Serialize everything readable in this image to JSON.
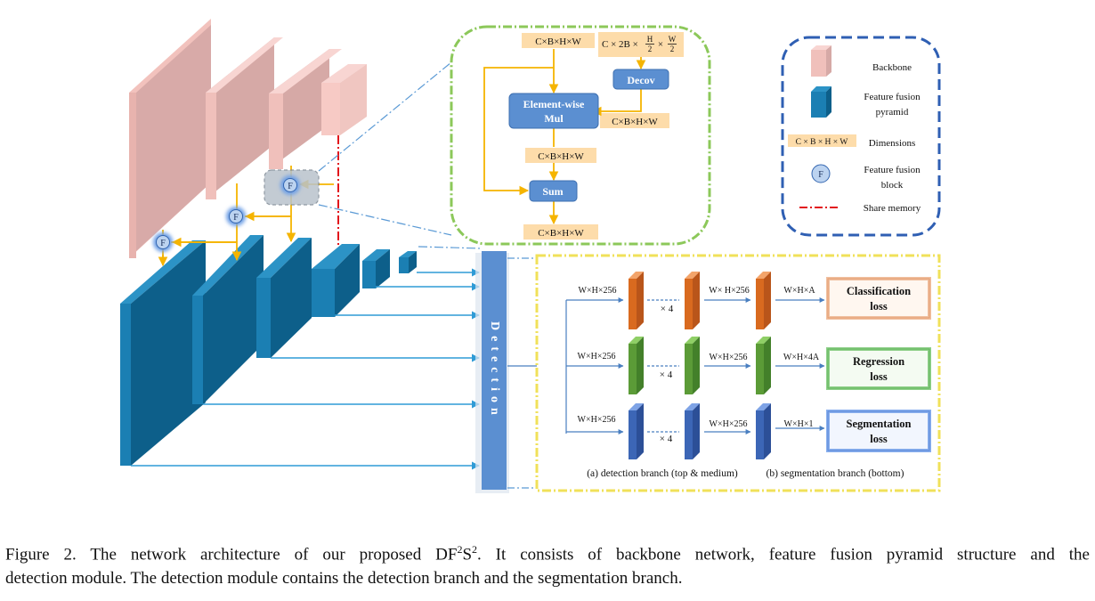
{
  "colors": {
    "backbone_front": "#d6a9a6",
    "backbone_side": "#f2c2bd",
    "backbone_top": "#f8d5d2",
    "pyramid_front": "#0d5f8a",
    "pyramid_side": "#1b7fb3",
    "pyramid_top": "#2c93c6",
    "fusion_line": "#f5b400",
    "fusion_circle": "#bcd3f0",
    "box_blue": "#5b8fd1",
    "detection_bar": "#5b8fd1",
    "link_line": "#2f9bd6",
    "share_memory": "#e2151b",
    "zoom_border": "#8cc85a",
    "branch_border": "#f0e15a",
    "legend_border": "#2f5fb3",
    "dim_highlight": "#fddcaa",
    "orange_block": "#d96a1f",
    "green_block": "#5b9b37",
    "blue_block": "#3c66b6",
    "cls_border": "#f0c0a0",
    "reg_border": "#8fd08a",
    "seg_border": "#8ab0ee"
  },
  "fusion_symbol": "F",
  "zoom": {
    "input_top": "C×B×H×W",
    "input_right_prefix": "C × 2B ×",
    "frac_h_num": "H",
    "frac_h_den": "2",
    "times": "×",
    "frac_w_num": "W",
    "frac_w_den": "2",
    "decov": "Decov",
    "mul_line1": "Element-wise",
    "mul_line2": "Mul",
    "decov_out": "C×B×H×W",
    "mul_out": "C×B×H×W",
    "sum": "Sum",
    "sum_out": "C×B×H×W"
  },
  "legend": {
    "backbone": "Backbone",
    "pyramid_line1": "Feature fusion",
    "pyramid_line2": "pyramid",
    "dim_chip": "C × B × H × W",
    "dimensions": "Dimensions",
    "fusion_line1": "Feature fusion",
    "fusion_line2": "block",
    "share_memory": "Share memory"
  },
  "detection_label": "Detection",
  "branches": {
    "rows": [
      {
        "in_dim": "W×H×256",
        "mid_dim": "W× H×256",
        "out_dim": "W×H×A",
        "repeat": "× 4",
        "loss_line1": "Classification",
        "loss_line2": "loss"
      },
      {
        "in_dim": "W×H×256",
        "mid_dim": "W×H×256",
        "out_dim": "W×H×4A",
        "repeat": "× 4",
        "loss_line1": "Regression",
        "loss_line2": "loss"
      },
      {
        "in_dim": "W×H×256",
        "mid_dim": "W×H×256",
        "out_dim": "W×H×1",
        "repeat": "× 4",
        "loss_line1": "Segmentation",
        "loss_line2": "loss"
      }
    ],
    "caption_a": "(a) detection branch (top & medium)",
    "caption_b": "(b) segmentation branch (bottom)"
  },
  "caption": {
    "prefix": "Figure 2. The network architecture of our proposed DF",
    "sup1": "2",
    "mid": "S",
    "sup2": "2",
    "rest1": ".  It consists of backbone network, feature fusion pyramid structure and the",
    "line2": "detection module. The detection module contains the detection branch and the segmentation branch."
  }
}
